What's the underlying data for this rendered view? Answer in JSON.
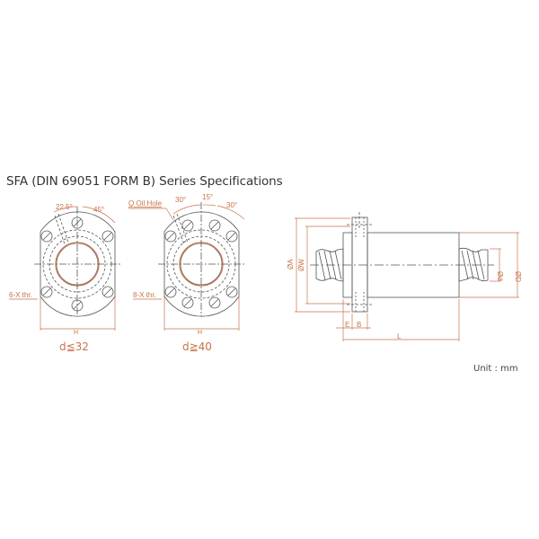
{
  "title": "SFA (DIN 69051 FORM B) Series Specifications",
  "unit_label": "Unit : mm",
  "colors": {
    "line": "#555555",
    "dimension": "#c8724a",
    "background": "#ffffff"
  },
  "views": {
    "flange_small": {
      "caption": "d≦32",
      "angle_1": "22.5°",
      "angle_2": "45°",
      "holes_label": "6-X thr.",
      "width_label": "H"
    },
    "flange_large": {
      "caption": "d≧40",
      "oil_hole_label": "Q Oil Hole",
      "angle_1": "30°",
      "angle_2": "15°",
      "angle_3": "30°",
      "holes_label": "8-X thr.",
      "width_label": "H"
    },
    "side_view": {
      "dia_A": "ØA",
      "dia_W": "ØW",
      "dia_d": "Ød",
      "dia_D": "ØD",
      "len_E": "E",
      "len_B": "B",
      "len_L": "L"
    }
  }
}
